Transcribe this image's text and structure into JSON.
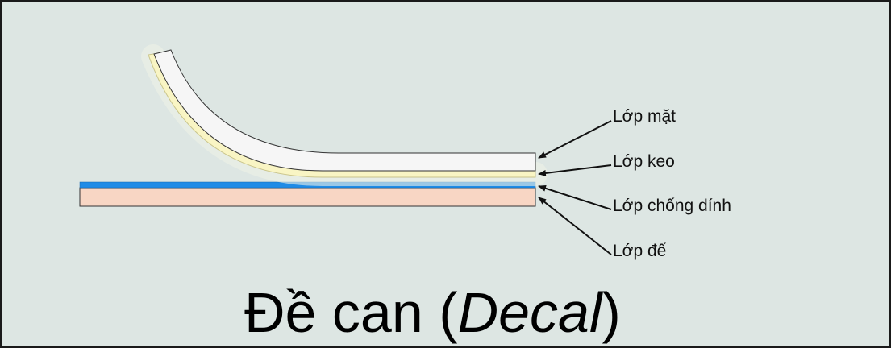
{
  "title": {
    "main": "Đề can (",
    "italic": "Decal",
    "close": ")"
  },
  "layers": [
    {
      "label": "Lớp mặt",
      "color": "#f6f6f6"
    },
    {
      "label": "Lớp keo",
      "color": "#f9f5c4"
    },
    {
      "label": "Lớp chống dính",
      "color": "#1f8be6"
    },
    {
      "label": "Lớp đế",
      "color": "#f8d6c4"
    }
  ],
  "colors": {
    "background": "#dde6e3",
    "border": "#1a1a1a"
  }
}
